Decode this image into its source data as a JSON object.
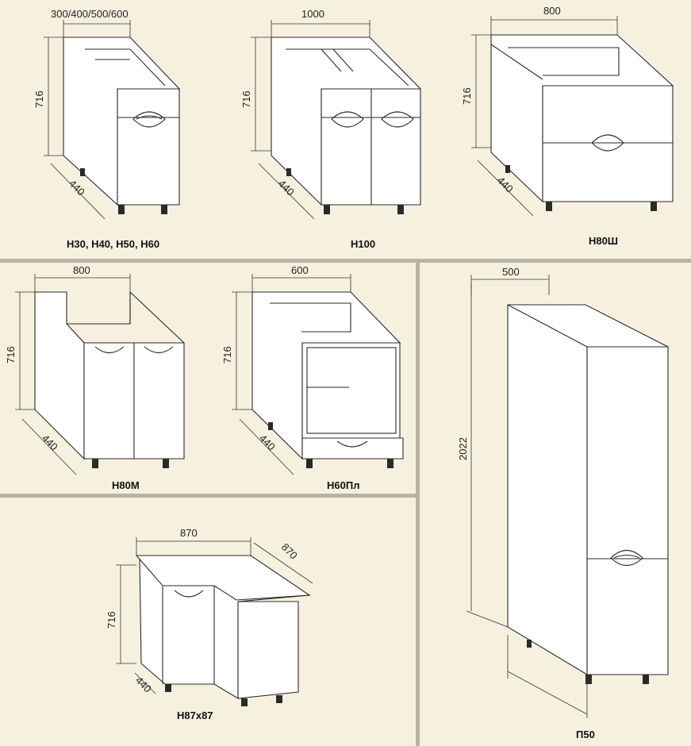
{
  "colors": {
    "background": "#f6f1df",
    "line": "#2a2a2a",
    "separator": "#b9b2a6"
  },
  "cabinets": [
    {
      "model": "Н30, Н40, Н50, Н60",
      "width": "300/400/500/600",
      "height": "716",
      "depth": "440"
    },
    {
      "model": "Н100",
      "width": "1000",
      "height": "716",
      "depth": "440"
    },
    {
      "model": "Н80Ш",
      "width": "800",
      "height": "716",
      "depth": "440"
    },
    {
      "model": "Н80М",
      "width": "800",
      "height": "716",
      "depth": "440"
    },
    {
      "model": "Н60Пл",
      "width": "600",
      "height": "716",
      "depth": "440"
    },
    {
      "model": "Н87х87",
      "width": "870",
      "width2": "870",
      "height": "716",
      "depth": "440"
    },
    {
      "model": "П50",
      "width": "500",
      "height": "2022"
    }
  ]
}
